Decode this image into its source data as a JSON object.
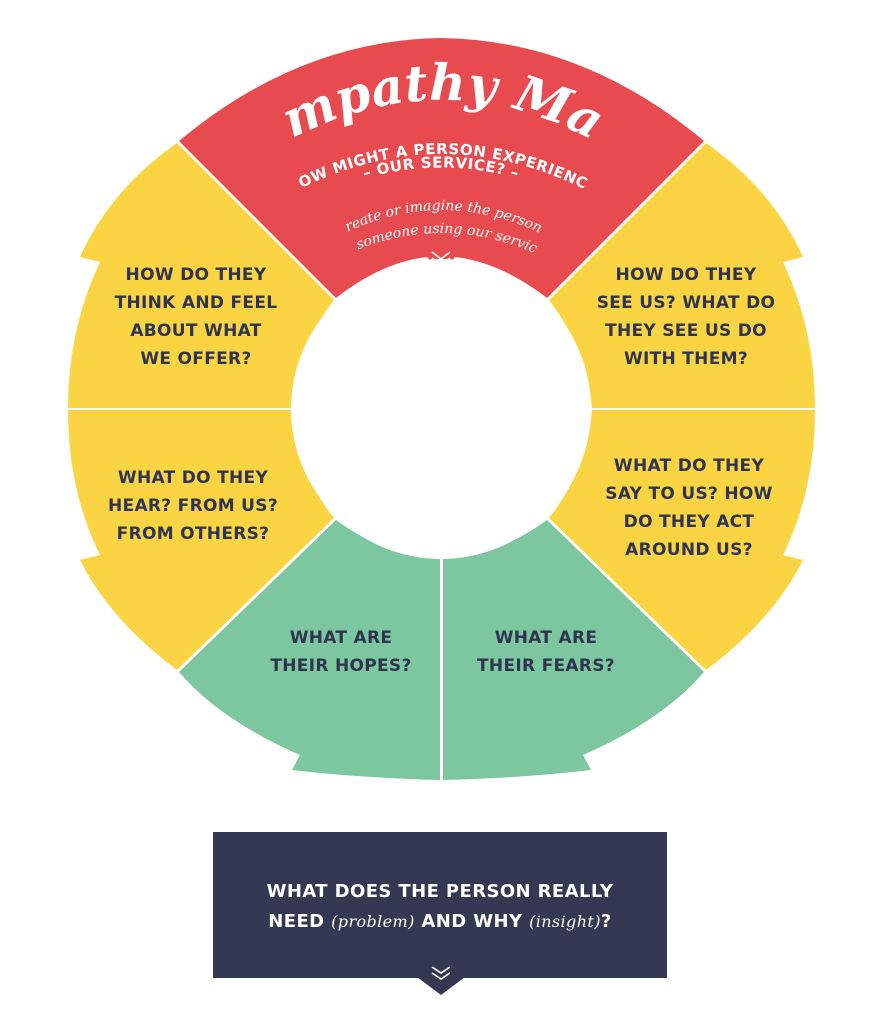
{
  "colors": {
    "red": "#e84b4f",
    "yellow": "#fbd443",
    "green": "#7cc79f",
    "navy": "#353853",
    "text_dark": "#2f3550"
  },
  "header": {
    "title": "Empathy Map",
    "subtitle_line1": "HOW MIGHT A PERSON EXPERIENCE",
    "subtitle_line2": "– OUR SERVICE? –",
    "note_line1": "Create or imagine the persona",
    "note_line2": "of someone using our service"
  },
  "segments": {
    "think_feel": {
      "l1": "HOW DO THEY",
      "l2a": "THINK",
      "l2b": " AND ",
      "l2c": "FEEL",
      "l3": "ABOUT WHAT",
      "l4": "WE OFFER?"
    },
    "see": {
      "l1": "HOW DO THEY",
      "l2a": "SEE",
      "l2b": " US? WHAT DO",
      "l3": "THEY SEE US DO",
      "l4": "WITH THEM?"
    },
    "hear": {
      "l1": "WHAT DO THEY",
      "l2a": "HEAR",
      "l2b": "? FROM US?",
      "l3": "FROM OTHERS?"
    },
    "say_act": {
      "l1": "WHAT DO THEY",
      "l2a": "SAY",
      "l2b": " TO US? HOW",
      "l3a": "DO THEY ",
      "l3b": "ACT",
      "l4": "AROUND US?"
    },
    "hopes": {
      "l1": "WHAT ARE",
      "l2": "THEIR HOPES?"
    },
    "fears": {
      "l1": "WHAT ARE",
      "l2": "THEIR FEARS?"
    }
  },
  "need": {
    "line1": "WHAT DOES THE PERSON REALLY",
    "line2_a": "NEED ",
    "line2_b": "(problem)",
    "line2_c": " AND WHY ",
    "line2_d": "(insight)",
    "line2_e": "?"
  }
}
